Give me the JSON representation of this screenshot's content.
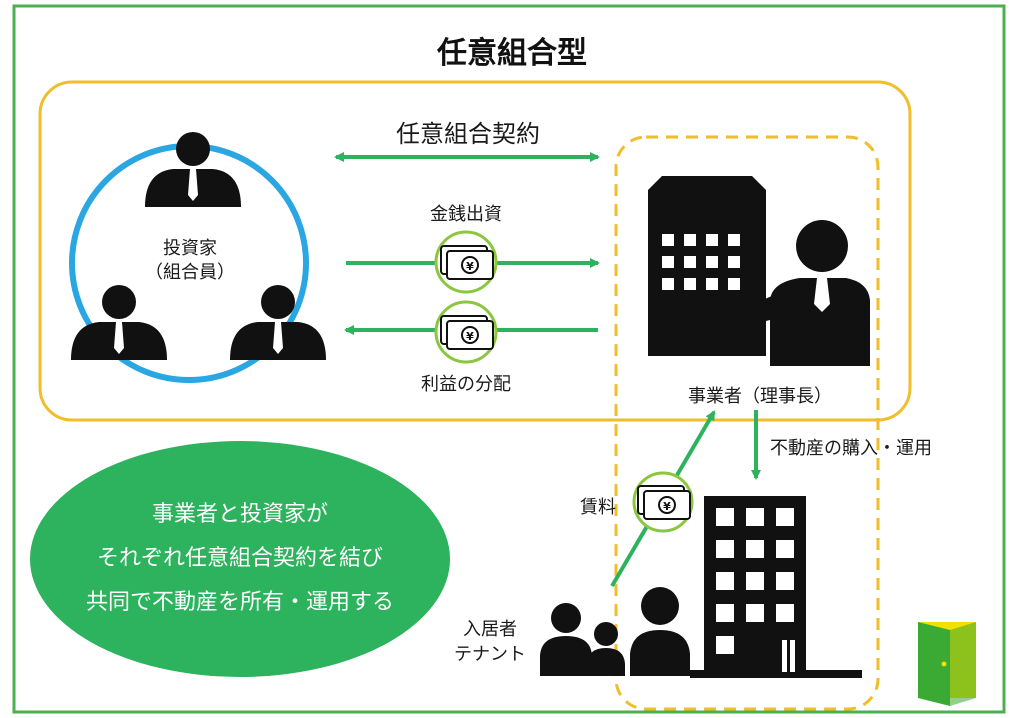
{
  "title": "任意組合型",
  "contract_label": "任意組合契約",
  "investment_label": "金銭出資",
  "distribution_label": "利益の分配",
  "investor_label_line1": "投資家",
  "investor_label_line2": "（組合員）",
  "operator_label": "事業者（理事長）",
  "purchase_label": "不動産の購入・運用",
  "rent_label": "賃料",
  "tenant_label_line1": "入居者",
  "tenant_label_line2": "テナント",
  "summary": {
    "line1": "事業者と投資家が",
    "line2": "それぞれ任意組合契約を結び",
    "line3": "共同で不動産を所有・運用する"
  },
  "money_symbol": "¥",
  "colors": {
    "frame": "#4caf50",
    "union_box": "#f0be2b",
    "dashed_box": "#f0be2b",
    "circle": "#2aa6e3",
    "arrow": "#2db35e",
    "ellipse": "#2db35e",
    "logo_green": "#3aaa35",
    "logo_yellow": "#f2e100"
  }
}
